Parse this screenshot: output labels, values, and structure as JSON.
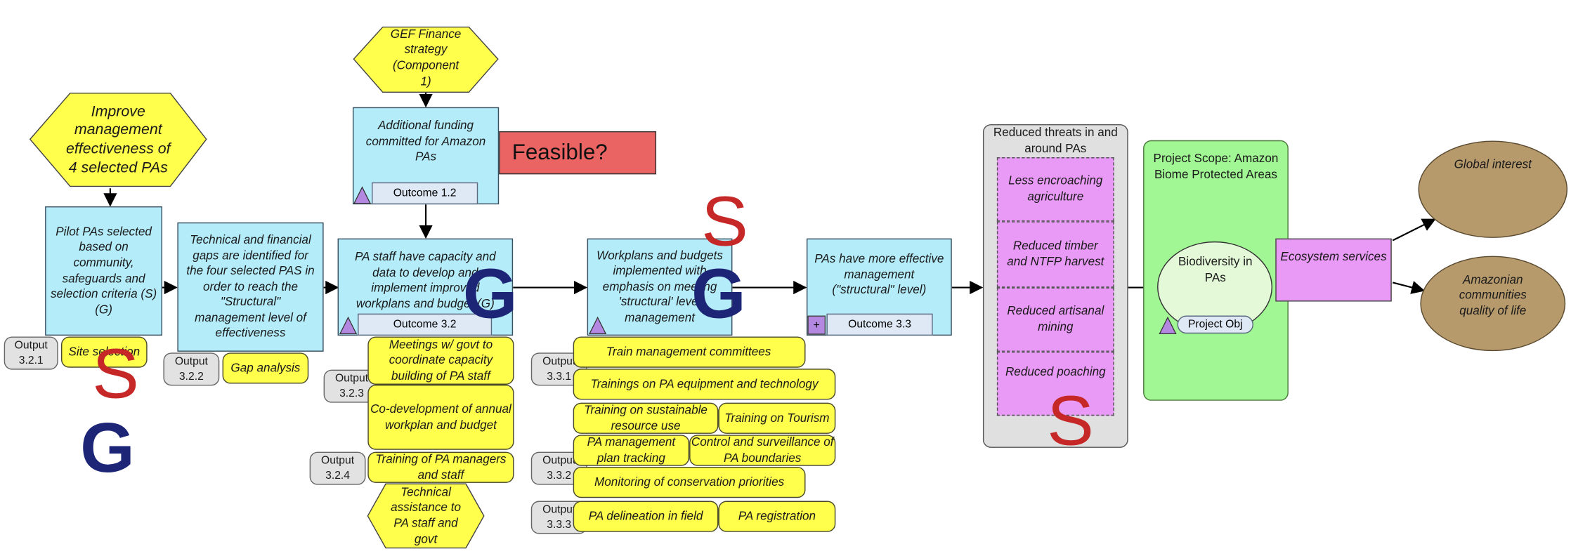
{
  "colors": {
    "cyan": "#b4ecfa",
    "yellow": "#ffff4c",
    "pink": "#e99af7",
    "green": "#a1f793",
    "gray": "#e0e0e0",
    "brown": "#b69a6c",
    "red_box": "#eb6464",
    "S": "#c62828",
    "G": "#1c2576"
  },
  "hexes": {
    "improve": "Improve management effectiveness of 4 selected PAs",
    "gef": "GEF Finance strategy (Component 1)",
    "tech": "Technical assistance to PA staff and govt"
  },
  "feasible": "Feasible?",
  "nodes": {
    "pilot": "Pilot PAs selected based on community, safeguards and selection criteria (S) (G)",
    "gaps": "Technical and financial gaps are identified for the four selected PAS in order to reach the \"Structural\" management level of effectiveness",
    "funding": "Additional funding committed for Amazon PAs",
    "outcome12": "Outcome 1.2",
    "capacity": "PA staff have capacity and data to develop and implement improved workplans and budget (G)",
    "outcome32": "Outcome 3.2",
    "workplans": "Workplans and budgets implemented with emphasis on meeting 'structural' level management",
    "effective": "PAs have more effective management (\"structural\" level)",
    "outcome33": "Outcome 3.3"
  },
  "threats": {
    "title": "Reduced threats in and around PAs",
    "items": [
      "Less encroaching agriculture",
      "Reduced timber and NTFP harvest",
      "Reduced artisanal mining",
      "Reduced poaching"
    ]
  },
  "scope": {
    "title": "Project Scope: Amazon Biome Protected Areas",
    "biodiversity": "Biodiversity in PAs",
    "project_obj": "Project Obj"
  },
  "ecosystem": "Ecosystem services",
  "goals": {
    "global": "Global interest",
    "amazonian": "Amazonian communities quality of life"
  },
  "outputs": {
    "o321": {
      "label": "Output 3.2.1",
      "items": [
        "Site selection"
      ]
    },
    "o322": {
      "label": "Output 3.2.2",
      "items": [
        "Gap analysis"
      ]
    },
    "o323": {
      "label": "Output 3.2.3",
      "items": [
        "Meetings w/ govt to coordinate capacity building of PA staff",
        "Co-development of annual workplan and budget"
      ]
    },
    "o324": {
      "label": "Output 3.2.4",
      "items": [
        "Training of PA managers and staff"
      ]
    },
    "o331": {
      "label": "Output 3.3.1",
      "items": [
        "Train management committees",
        "Trainings on PA equipment and technology",
        "Training on sustainable resource use",
        "Training on Tourism"
      ]
    },
    "o332": {
      "label": "Output 3.3.2",
      "items": [
        "PA management plan tracking",
        "Control and surveillance of PA boundaries",
        "Monitoring of conservation priorities"
      ]
    },
    "o333": {
      "label": "Output 3.3.3",
      "items": [
        "PA delineation in field",
        "PA registration"
      ]
    }
  },
  "markers": {
    "S": "S",
    "G": "G"
  }
}
